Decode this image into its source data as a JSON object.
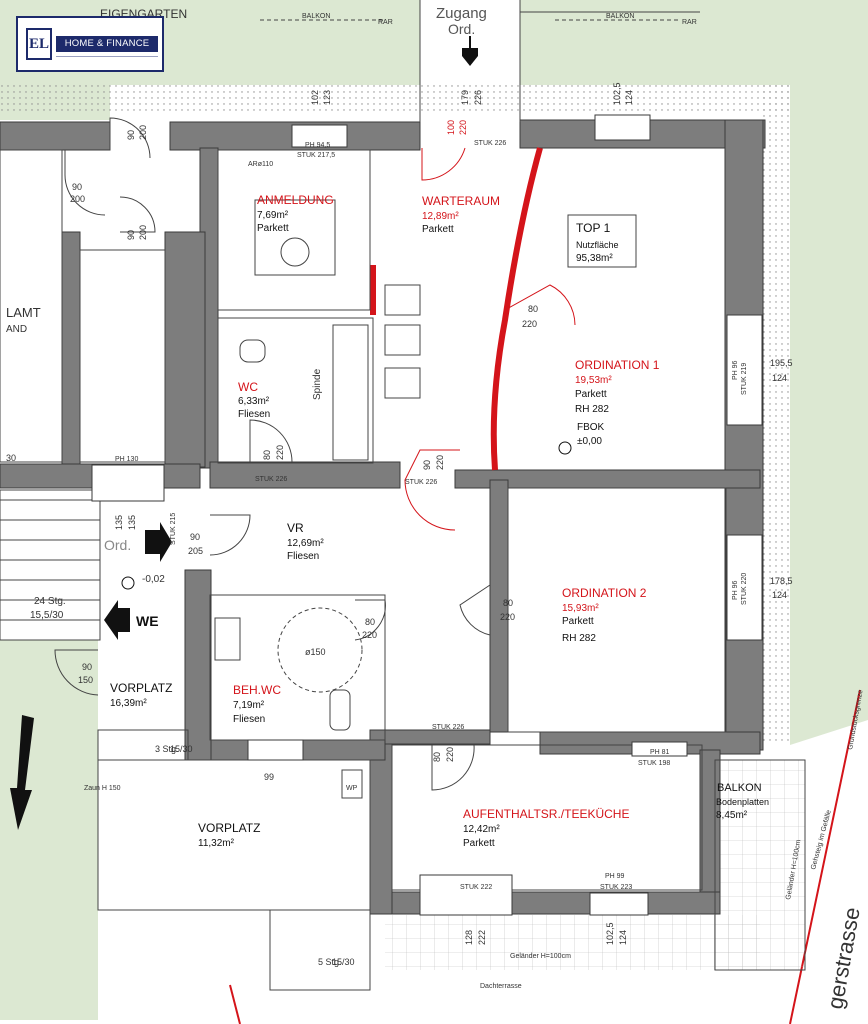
{
  "logo": {
    "brand": "HOME & FINANCE",
    "mark": "EL"
  },
  "labels": {
    "eigengarten": "EIGENGARTEN",
    "zugang1": "Zugang",
    "zugang2": "Ord.",
    "balkon_top": "BALKON",
    "rar": "RAR",
    "top_title": "TOP 1",
    "nutzflaeche": "Nutzfläche",
    "nutzflaeche_val": "95,38m²",
    "lamt": "LAMT",
    "and": "AND",
    "ord_arrow": "Ord.",
    "we_arrow": "WE",
    "treppe1": "24 Stg.",
    "treppe2": "15,5/30",
    "vorplatz_elev": "-0,02",
    "zaun": "Zaun H 150",
    "stg3": "3 Stg.",
    "stg3b": "15/30",
    "stg5": "5 Stg.",
    "stg5b": "15/30",
    "wp": "WP",
    "gelaender": "Geländer H=100cm",
    "dachterrasse": "Dachterrasse",
    "strasse": "gerstrasse",
    "gehsteig": "Gehsteig im Gefälle",
    "grundstueck": "Grundstücksgrenze",
    "gel_h100": "Geländer H=100cm",
    "ph130": "PH 130",
    "ph945": "PH 94,5",
    "stuk2175": "STUK 217,5",
    "stuk226": "STUK 226",
    "ar110": "ARø110",
    "ph81": "PH 81",
    "stuk198": "STUK 198",
    "ph99": "PH 99",
    "stuk223": "STUK 223",
    "stuk222": "STUK 222",
    "stuk215": "STUK 215",
    "dia150": "ø150",
    "fbok": "FBOK",
    "fbok_val": "±0,00",
    "spinde": "Spinde",
    "ph96": "PH 96",
    "stuk219": "STUK 219",
    "d1955": "195,5",
    "d124": "124",
    "d1785": "178,5",
    "ph96b": "PH 96",
    "stuk220": "STUK 220"
  },
  "rooms": [
    {
      "id": "anmeldung",
      "name": "ANMELDUNG",
      "area": "7,69m²",
      "floor": "Parkett"
    },
    {
      "id": "warteraum",
      "name": "WARTERAUM",
      "area": "12,89m²",
      "floor": "Parkett"
    },
    {
      "id": "ordination1",
      "name": "ORDINATION  1",
      "area": "19,53m²",
      "floor": "Parkett",
      "extra": "RH  282"
    },
    {
      "id": "wc",
      "name": "WC",
      "area": "6,33m²",
      "floor": "Fliesen"
    },
    {
      "id": "vr",
      "name": "VR",
      "area": "12,69m²",
      "floor": "Fliesen"
    },
    {
      "id": "ordination2",
      "name": "ORDINATION  2",
      "area": "15,93m²",
      "floor": "Parkett",
      "extra": "RH  282"
    },
    {
      "id": "behwc",
      "name": "BEH.WC",
      "area": "7,19m²",
      "floor": "Fliesen"
    },
    {
      "id": "vorplatz1",
      "name": "VORPLATZ",
      "area": "16,39m²",
      "floor": ""
    },
    {
      "id": "vorplatz2",
      "name": "VORPLATZ",
      "area": "11,32m²",
      "floor": ""
    },
    {
      "id": "aufenthalt",
      "name": "AUFENTHALTSR./TEEKÜCHE",
      "area": "12,42m²",
      "floor": "Parkett"
    },
    {
      "id": "balkon",
      "name": "BALKON",
      "area": "8,45m²",
      "floor": "Bodenplatten"
    }
  ],
  "doors": [
    {
      "w": "90",
      "h": "200"
    },
    {
      "w": "90",
      "h": "200"
    },
    {
      "w": "90",
      "h": "200"
    },
    {
      "w": "100",
      "h": "220"
    },
    {
      "w": "80",
      "h": "220"
    },
    {
      "w": "80",
      "h": "220"
    },
    {
      "w": "90",
      "h": "220"
    },
    {
      "w": "90",
      "h": "205"
    },
    {
      "w": "80",
      "h": "220"
    },
    {
      "w": "80",
      "h": "220"
    },
    {
      "w": "80",
      "h": "220"
    },
    {
      "w": "90",
      "h": "150"
    }
  ],
  "windows": [
    {
      "w": "102",
      "h": "123"
    },
    {
      "w": "179",
      "h": "226"
    },
    {
      "w": "102,5",
      "h": "124"
    },
    {
      "w": "135",
      "h": "135"
    },
    {
      "w": "128",
      "h": "222"
    },
    {
      "w": "102,5",
      "h": "124"
    }
  ],
  "dims": {
    "d99": "99",
    "d30": "30",
    "d135": "135"
  },
  "colors": {
    "wall": "#7d7d7d",
    "wall_edge": "#3a3a3a",
    "red": "#d4141a",
    "room_name": "#d4141a",
    "strike": "#e8b400",
    "garden": "#dce8d2",
    "logo": "#1d2a6b"
  }
}
